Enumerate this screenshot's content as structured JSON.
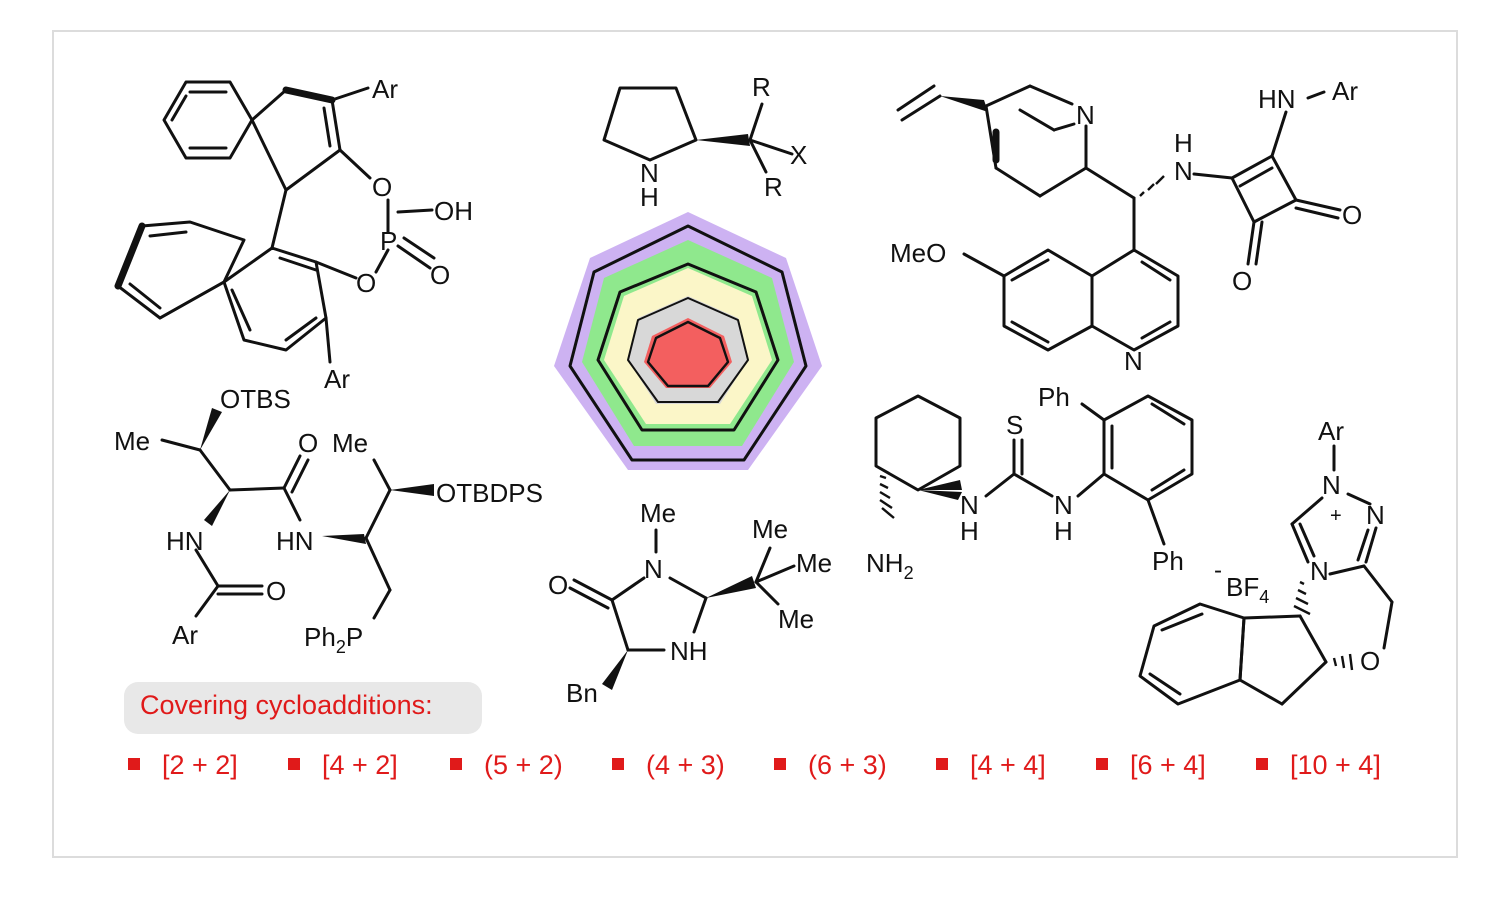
{
  "labels": {
    "phos_ar_top": "Ar",
    "phos_o1": "O",
    "phos_oh": "OH",
    "phos_p": "P",
    "phos_o_double": "O",
    "phos_o2": "O",
    "phos_ar_bottom": "Ar",
    "pyr_r_top": "R",
    "pyr_x": "X",
    "pyr_r_bottom": "R",
    "pyr_n": "N",
    "pyr_h": "H",
    "cin_n_bridge": "N",
    "cin_hn_ar": "HN",
    "cin_ar": "Ar",
    "cin_h": "H",
    "cin_n_amide": "N",
    "cin_meo": "MeO",
    "cin_n_quin": "N",
    "cin_o_right": "O",
    "cin_o_bottom": "O",
    "pep_otbs": "OTBS",
    "pep_me_left": "Me",
    "pep_o_top": "O",
    "pep_me_right": "Me",
    "pep_otbdps": "OTBDPS",
    "pep_hn_left": "HN",
    "pep_hn_right": "HN",
    "pep_o_amide": "O",
    "pep_ar": "Ar",
    "pep_ph2p_a": "Ph",
    "pep_ph2p_sub": "2",
    "pep_ph2p_b": "P",
    "imid_me_n": "Me",
    "imid_n_top": "N",
    "imid_o": "O",
    "imid_me_1": "Me",
    "imid_me_2": "Me",
    "imid_me_3": "Me",
    "imid_nh": "NH",
    "imid_bn": "Bn",
    "thio_s": "S",
    "thio_ph_top": "Ph",
    "thio_n1": "N",
    "thio_h1": "H",
    "thio_n2": "N",
    "thio_h2": "H",
    "thio_nh2_a": "NH",
    "thio_nh2_sub": "2",
    "thio_ph_bottom": "Ph",
    "tri_ar": "Ar",
    "tri_n1": "N",
    "tri_plus": "+",
    "tri_n2": "N",
    "tri_n3": "N",
    "tri_bf4_minus": "-",
    "tri_bf4_a": "BF",
    "tri_bf4_sub": "4",
    "tri_o": "O"
  },
  "caption": {
    "title": "Covering cycloadditions:",
    "items": [
      "[2 + 2]",
      "[4 + 2]",
      "(5 + 2)",
      "(4 + 3)",
      "(6 + 3)",
      "[4 + 4]",
      "[6 + 4]",
      "[10 + 4]"
    ]
  },
  "colors": {
    "caption_red": "#e01a1a",
    "heptagon_purple": "#cdb2f2",
    "heptagon_green": "#8fe88d",
    "heptagon_yellow": "#fbf6c8",
    "heptagon_gray": "#d0d0d0",
    "heptagon_red": "#f35f5f"
  }
}
